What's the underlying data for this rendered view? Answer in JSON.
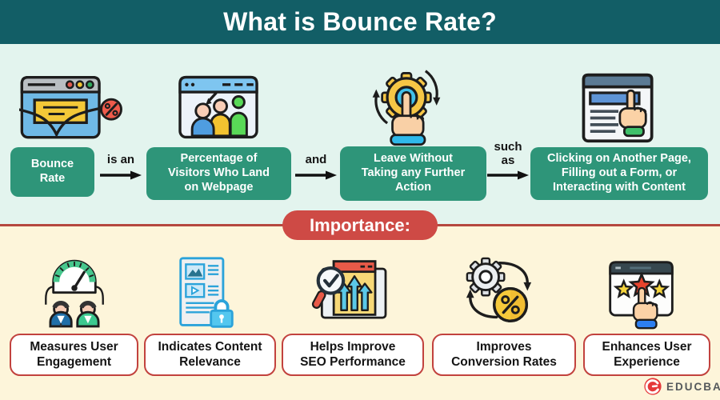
{
  "header": {
    "title": "What is Bounce Rate?"
  },
  "flow": {
    "boxes": [
      {
        "label": "Bounce\nRate",
        "icon": "browser-bounce-icon"
      },
      {
        "label": "Percentage of\nVisitors Who Land\non Webpage",
        "icon": "visitors-browser-icon"
      },
      {
        "label": "Leave Without\nTaking any Further\nAction",
        "icon": "gear-click-icon"
      },
      {
        "label": "Clicking on Another Page,\nFilling out a Form, or\nInteracting with Content",
        "icon": "page-click-icon"
      }
    ],
    "connectors": [
      {
        "label": "is an"
      },
      {
        "label": "and"
      },
      {
        "label": "such as"
      }
    ]
  },
  "importance": {
    "title": "Importance:",
    "items": [
      {
        "label": "Measures User\nEngagement",
        "icon": "gauge-users-icon"
      },
      {
        "label": "Indicates Content\nRelevance",
        "icon": "document-lock-icon"
      },
      {
        "label": "Helps Improve\nSEO Performance",
        "icon": "seo-growth-icon"
      },
      {
        "label": "Improves\nConversion Rates",
        "icon": "gear-percent-icon"
      },
      {
        "label": "Enhances User\nExperience",
        "icon": "stars-click-icon"
      }
    ]
  },
  "branding": {
    "logo_text": "EDUCBA"
  },
  "colors": {
    "banner_teal": "#125e66",
    "definition_bg": "#e3f4ee",
    "importance_bg": "#fdf5da",
    "flow_box_green": "#2e9579",
    "accent_red": "#ce4a45",
    "label_border_red": "#c2423e"
  }
}
